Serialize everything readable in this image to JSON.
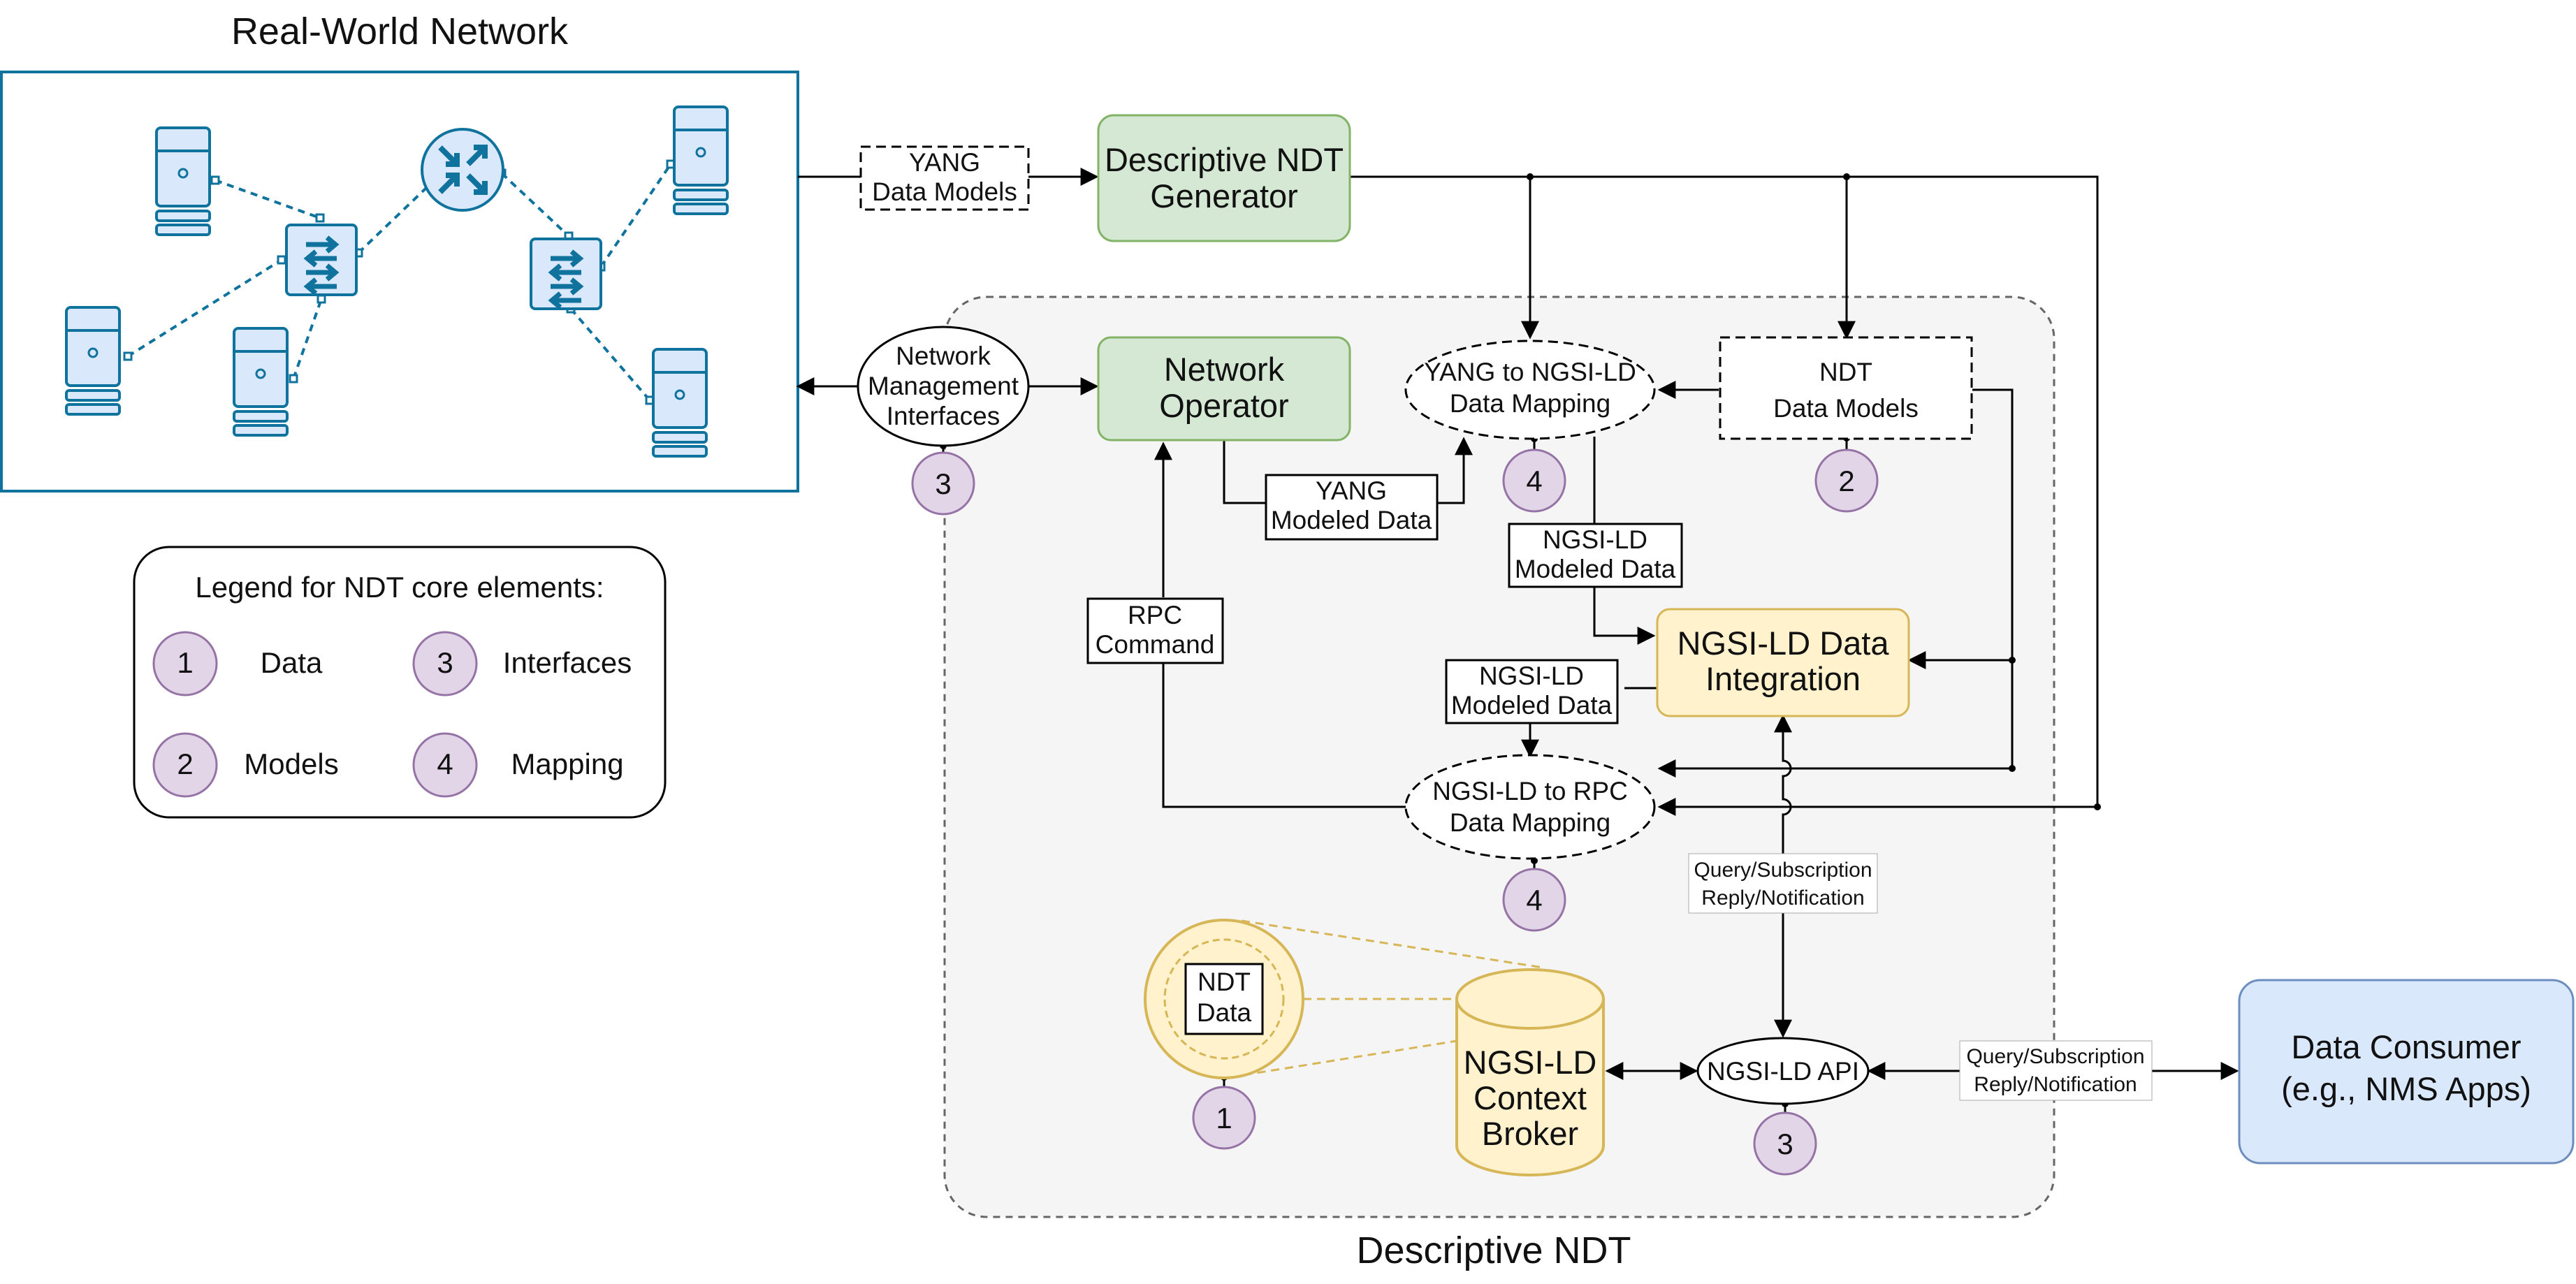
{
  "titles": {
    "real_world_network": "Real-World Network",
    "descriptive_ndt": "Descriptive NDT"
  },
  "legend": {
    "title": "Legend for NDT core elements:",
    "items": [
      {
        "num": "1",
        "label": "Data"
      },
      {
        "num": "3",
        "label": "Interfaces"
      },
      {
        "num": "2",
        "label": "Models"
      },
      {
        "num": "4",
        "label": "Mapping"
      }
    ]
  },
  "nodes": {
    "yang_data_models": [
      "YANG",
      "Data Models"
    ],
    "descriptive_ndt_generator": [
      "Descriptive NDT",
      "Generator"
    ],
    "network_management_interfaces": [
      "Network",
      "Management",
      "Interfaces"
    ],
    "network_operator": [
      "Network",
      "Operator"
    ],
    "yang_to_ngsild_mapping": [
      "YANG to NGSI-LD",
      "Data Mapping"
    ],
    "ndt_data_models": [
      "NDT",
      "Data Models"
    ],
    "yang_modeled_data": [
      "YANG",
      "Modeled Data"
    ],
    "ngsild_modeled_data_top": [
      "NGSI-LD",
      "Modeled Data"
    ],
    "rpc_command": [
      "RPC",
      "Command"
    ],
    "ngsild_data_integration": [
      "NGSI-LD Data",
      "Integration"
    ],
    "ngsild_modeled_data_mid": [
      "NGSI-LD",
      "Modeled Data"
    ],
    "ngsild_to_rpc_mapping": [
      "NGSI-LD to RPC",
      "Data Mapping"
    ],
    "query_subscription_center": [
      "Query/Subscription",
      "Reply/Notification"
    ],
    "ndt_data": [
      "NDT",
      "Data"
    ],
    "context_broker": [
      "NGSI-LD",
      "Context",
      "Broker"
    ],
    "ngsild_api": [
      "NGSI-LD API"
    ],
    "query_subscription_right": [
      "Query/Subscription",
      "Reply/Notification"
    ],
    "data_consumer": [
      "Data Consumer",
      "(e.g., NMS Apps)"
    ]
  },
  "badges": {
    "interfaces_left": "3",
    "mapping_top": "4",
    "models": "2",
    "mapping_bottom": "4",
    "data": "1",
    "interfaces_api": "3"
  },
  "colors": {
    "green_fill": "#d5e8d4",
    "green_stroke": "#82b366",
    "yellow_fill": "#fff2cc",
    "yellow_stroke": "#d6b656",
    "blue_fill": "#dae8fc",
    "blue_stroke": "#6c8ebf",
    "purple_fill": "#e1d5e7",
    "purple_stroke": "#9673a6",
    "network_blue": "#10739e",
    "region_fill": "#f5f5f5"
  }
}
